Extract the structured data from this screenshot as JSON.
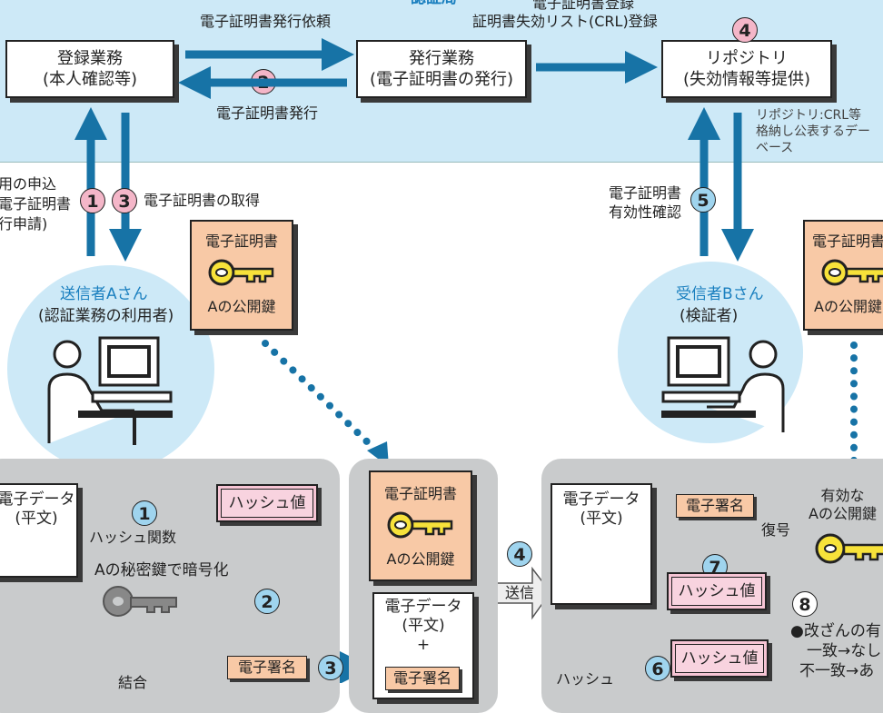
{
  "ca": {
    "partial_top": "認証局",
    "reg_box": [
      "登録業務",
      "(本人確認等)"
    ],
    "issue_box": [
      "発行業務",
      "(電子証明書の発行)"
    ],
    "repo_box": [
      "リポジトリ",
      "(失効情報等提供)"
    ],
    "label_request": "電子証明書発行依頼",
    "label_cert_issue": "電子証明書発行",
    "label_cert_reg": "電子証明書登録",
    "label_crl_reg": "証明書失効リスト(CRL)登録",
    "repo_note": [
      "リポジトリ:CRL等",
      "格納し公表するデー",
      "ベース"
    ],
    "step2": "2",
    "step4": "4"
  },
  "left_flow": {
    "apply_lines": [
      "用の申込",
      "電子証明書",
      "行申請)"
    ],
    "step1": "1",
    "step3": "3",
    "acquire": "電子証明書の取得"
  },
  "right_flow": {
    "validity": [
      "電子証明書",
      "有効性確認"
    ],
    "step5": "5"
  },
  "sender": {
    "name": "送信者Aさん",
    "role": "(認証業務の利用者)"
  },
  "receiver": {
    "name": "受信者Bさん",
    "role": "(検証者)"
  },
  "cert_a": {
    "title": "電子証明書",
    "key": "Aの公開鍵"
  },
  "cert_right": {
    "title": "電子証明書",
    "key": "Aの公開鍵"
  },
  "bottom_left": {
    "data": [
      "電子データ",
      "(平文)"
    ],
    "step1": "1",
    "hash_func": "ハッシュ関数",
    "hash_value": "ハッシュ値",
    "encrypt": "Aの秘密鍵で暗号化",
    "step2": "2",
    "signature": "電子署名",
    "step3": "3",
    "combine": "結合"
  },
  "bottom_mid": {
    "cert_title": "電子証明書",
    "cert_key": "Aの公開鍵",
    "data": [
      "電子データ",
      "(平文)",
      "+"
    ],
    "signature": "電子署名",
    "step4": "4",
    "send": "送信"
  },
  "bottom_right": {
    "data": [
      "電子データ",
      "(平文)"
    ],
    "signature": "電子署名",
    "decrypt": "復号",
    "valid_key": [
      "有効な",
      "Aの公開鍵"
    ],
    "step7": "7",
    "hash1": "ハッシュ値",
    "step6": "6",
    "hash2": "ハッシュ値",
    "hash_label": "ハッシュ",
    "step8": "8",
    "result": [
      "●改ざんの有",
      "一致→なし",
      "不一致→あ"
    ]
  },
  "colors": {
    "sky": "#cde9f7",
    "arrow": "#1773a6",
    "pink": "#f4b6c8",
    "peach": "#f8c9a6",
    "yellow": "#f7e23a",
    "panel": "#c9cbcc"
  }
}
